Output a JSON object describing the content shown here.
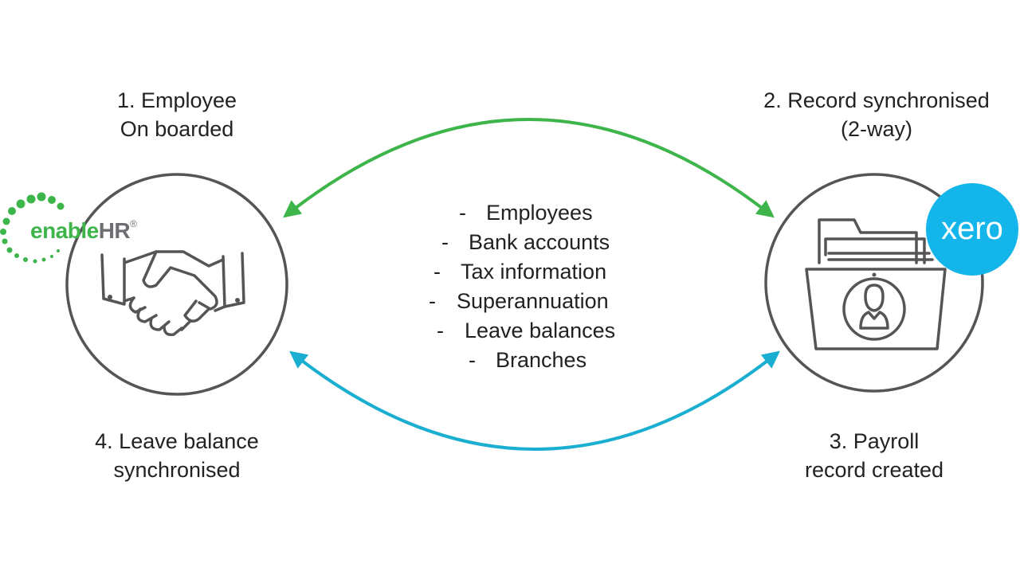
{
  "steps": {
    "step1": [
      "1. Employee",
      "On boarded"
    ],
    "step2": [
      "2. Record synchronised",
      "(2-way)"
    ],
    "step3": [
      "3. Payroll",
      "record created"
    ],
    "step4": [
      "4. Leave balance",
      "synchronised"
    ]
  },
  "sync_items": [
    "Employees",
    "Bank accounts",
    "Tax information",
    "Superannuation",
    "Leave balances",
    "Branches"
  ],
  "bullet": "-",
  "logos": {
    "enablehr_prefix": "enable",
    "enablehr_suffix": "HR",
    "enablehr_mark": "®",
    "xero": "xero"
  },
  "icons": {
    "left": "handshake-icon",
    "right": "employee-file-folder-icon"
  },
  "colors": {
    "green_arrow": "#3db54a",
    "blue_arrow": "#1aaed1",
    "circle_stroke": "#555555",
    "enablehr_green": "#3db54a",
    "enablehr_gray": "#6d6e71",
    "xero_blue": "#13b5ea"
  }
}
